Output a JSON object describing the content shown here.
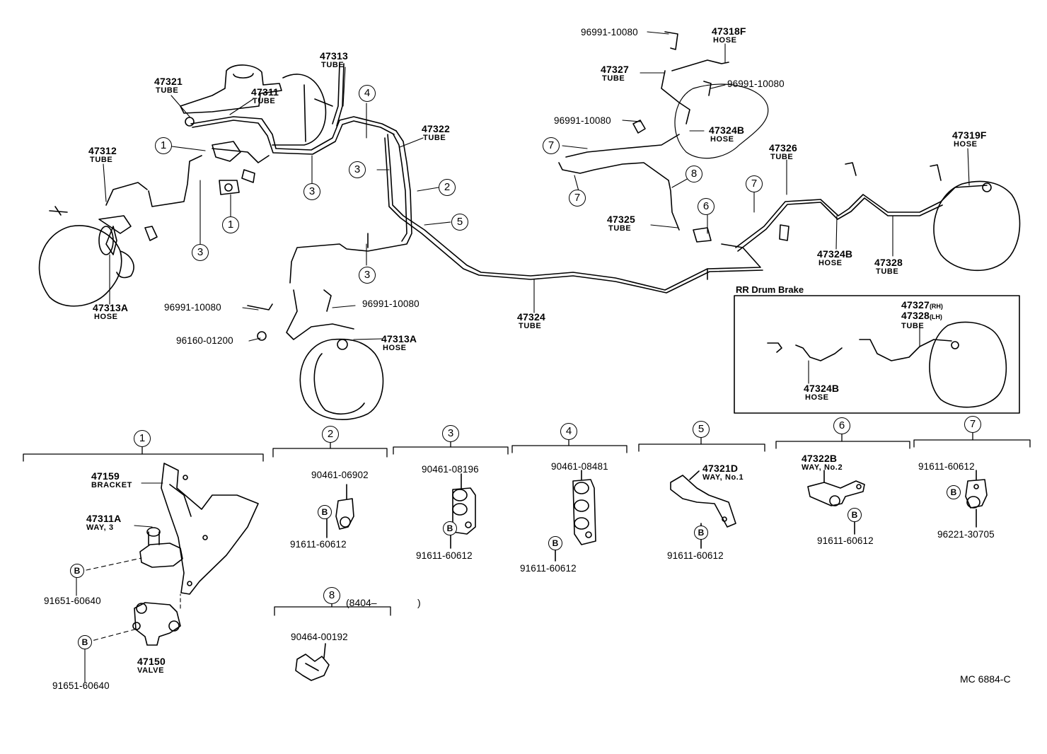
{
  "diagram_id": "MC 6884-C",
  "inset_title": "RR Drum Brake",
  "callouts": {
    "c1a": "1",
    "c1b": "1",
    "c1c": "1",
    "c2a": "2",
    "c2b": "2",
    "c3a": "3",
    "c3b": "3",
    "c3c": "3",
    "c3d": "3",
    "c3e": "3",
    "c4a": "4",
    "c4b": "4",
    "c5a": "5",
    "c5b": "5",
    "c6a": "6",
    "c6b": "6",
    "c7a": "7",
    "c7b": "7",
    "c7c": "7",
    "c7d": "7",
    "c8a": "8",
    "c8b": "8"
  },
  "bolt_marker": "B",
  "top_labels": {
    "p47321": {
      "num": "47321",
      "sub": "TUBE"
    },
    "p47311": {
      "num": "47311",
      "sub": "TUBE"
    },
    "p47313": {
      "num": "47313",
      "sub": "TUBE"
    },
    "p47312": {
      "num": "47312",
      "sub": "TUBE"
    },
    "p47313A_left": {
      "num": "47313A",
      "sub": "HOSE"
    },
    "p47322": {
      "num": "47322",
      "sub": "TUBE"
    },
    "p47324": {
      "num": "47324",
      "sub": "TUBE"
    },
    "p47313A_front": {
      "num": "47313A",
      "sub": "HOSE"
    },
    "p47318F": {
      "num": "47318F",
      "sub": "HOSE"
    },
    "p47327": {
      "num": "47327",
      "sub": "TUBE"
    },
    "p47324B_top": {
      "num": "47324B",
      "sub": "HOSE"
    },
    "p47326": {
      "num": "47326",
      "sub": "TUBE"
    },
    "p47319F": {
      "num": "47319F",
      "sub": "HOSE"
    },
    "p47325": {
      "num": "47325",
      "sub": "TUBE"
    },
    "p47324B_mid": {
      "num": "47324B",
      "sub": "HOSE"
    },
    "p47328": {
      "num": "47328",
      "sub": "TUBE"
    },
    "clip_96991_a": "96991-10080",
    "clip_96991_b": "96991-10080",
    "clip_96991_c": "96991-10080",
    "clip_96991_d": "96991-10080",
    "clip_96991_e": "96991-10080",
    "bolt_96160": "96160-01200"
  },
  "inset_labels": {
    "p47327_rh": "47327",
    "rh": "(RH)",
    "p47328_lh": "47328",
    "lh": "(LH)",
    "tube": "TUBE",
    "p47324B": {
      "num": "47324B",
      "sub": "HOSE"
    }
  },
  "detail_groups": {
    "g1": {
      "bracket": {
        "num": "47159",
        "sub": "BRACKET"
      },
      "way": {
        "num": "47311A",
        "sub": "WAY, 3"
      },
      "bolt_a": "91651-60640",
      "valve": {
        "num": "47150",
        "sub": "VALVE"
      },
      "bolt_b": "91651-60640"
    },
    "g2": {
      "clamp": "90461-06902",
      "bolt": "91611-60612"
    },
    "g3": {
      "clamp": "90461-08196",
      "bolt": "91611-60612"
    },
    "g4": {
      "clamp": "90461-08481",
      "bolt": "91611-60612"
    },
    "g5": {
      "way": {
        "num": "47321D",
        "sub": "WAY, No.1"
      },
      "bolt": "91611-60612"
    },
    "g6": {
      "way": {
        "num": "47322B",
        "sub": "WAY, No.2"
      },
      "bolt": "91611-60612"
    },
    "g7": {
      "clamp": "91611-60612",
      "bolt": "96221-30705"
    },
    "g8": {
      "note": "(8404–",
      "note_close": ")",
      "clip": "90464-00192"
    }
  }
}
